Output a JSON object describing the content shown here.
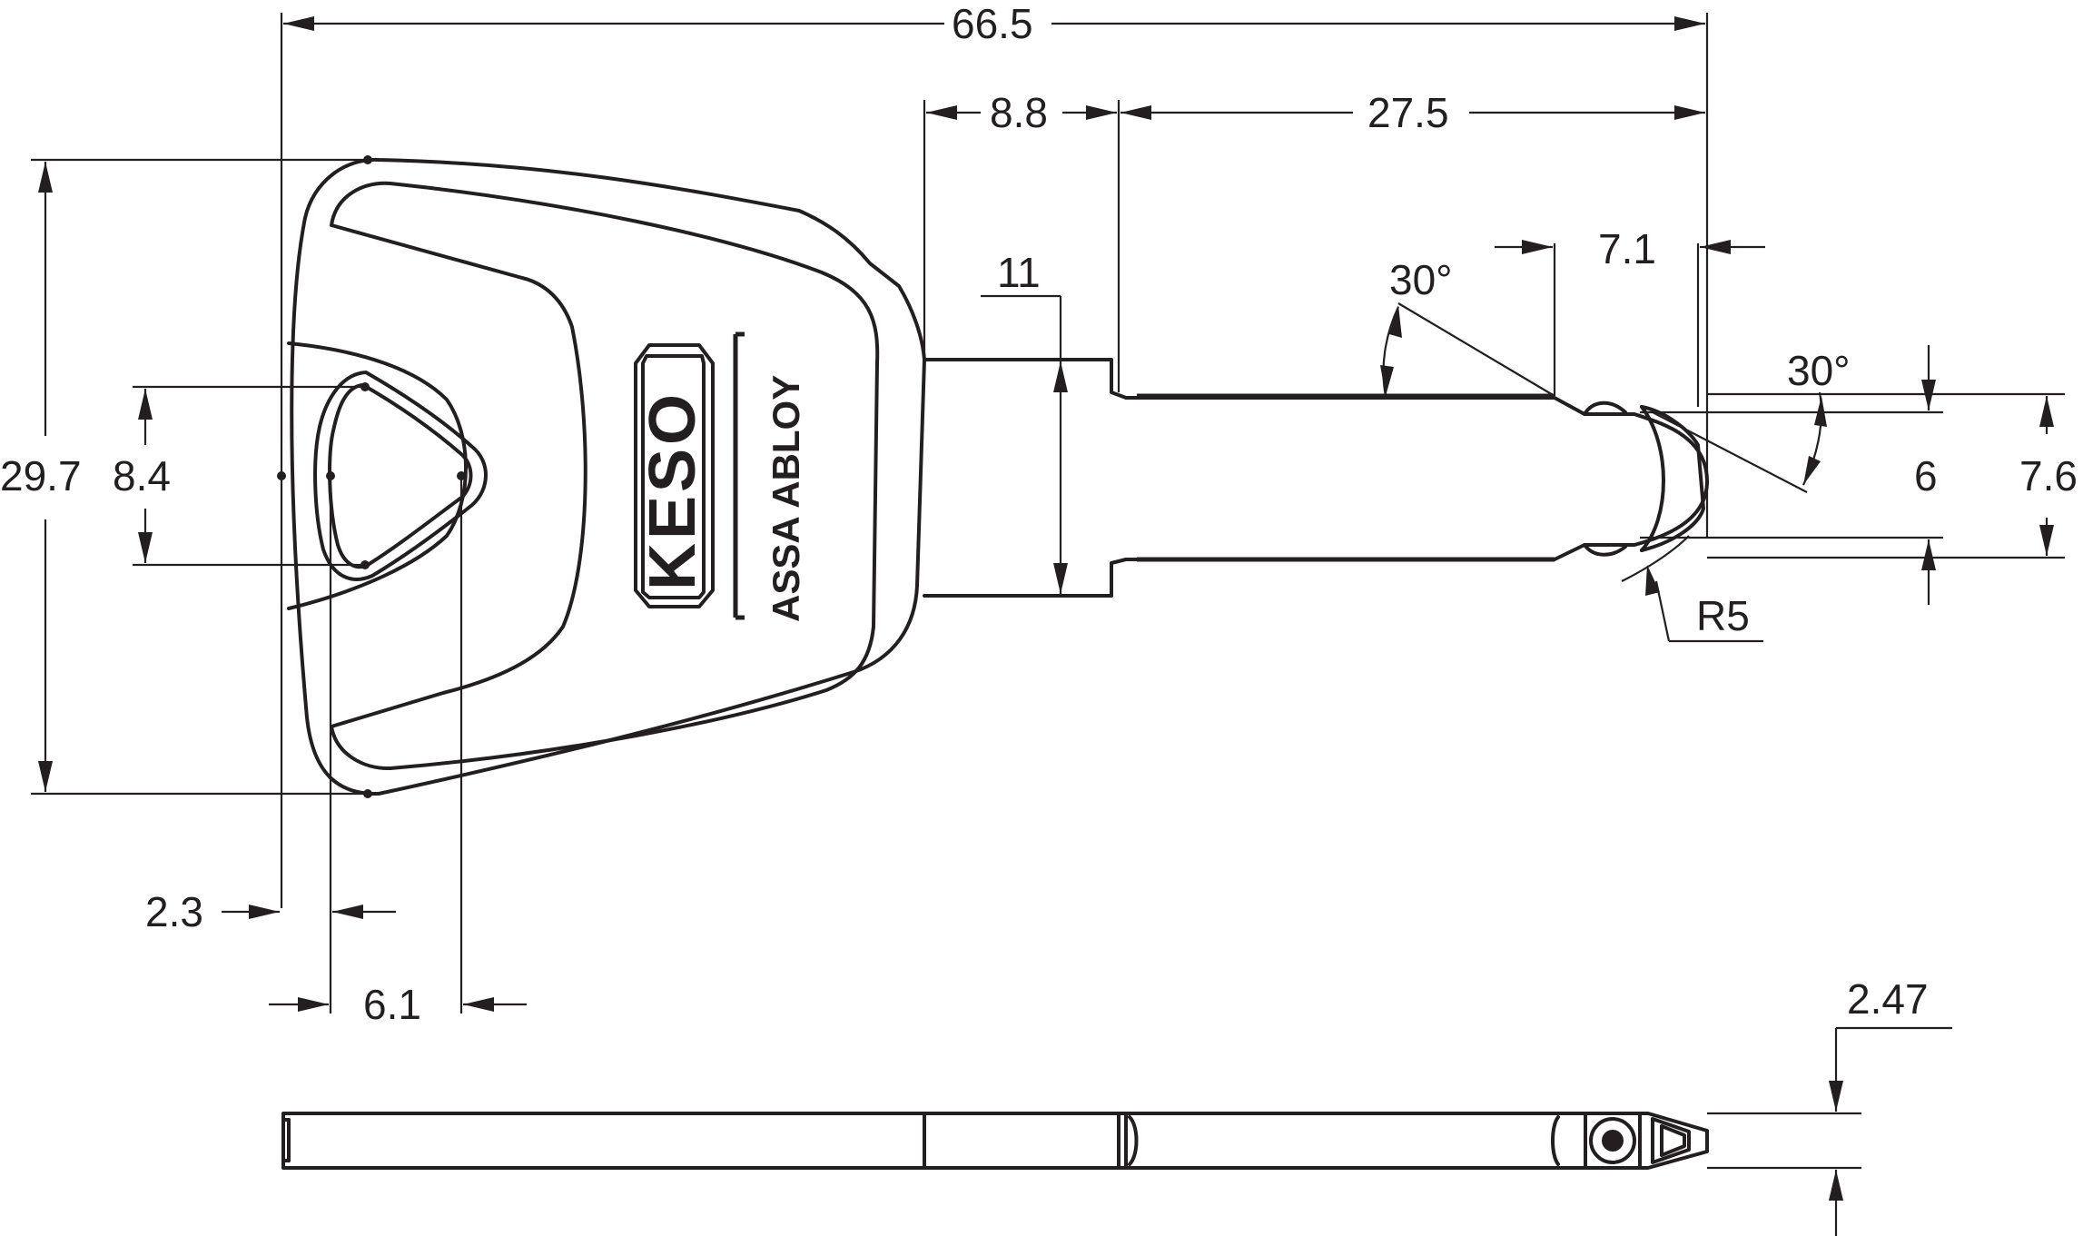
{
  "dimensions": {
    "overall_length": "66.5",
    "neck_length": "8.8",
    "blade_length": "27.5",
    "tip_length": "7.1",
    "neck_width": "11",
    "tip_angle_upper": "30°",
    "tip_angle_right": "30°",
    "head_height": "29.7",
    "bow_hole_height": "8.4",
    "tip_width": "6",
    "blade_width": "7.6",
    "tip_radius": "R5",
    "hole_offset": "2.3",
    "hole_width": "6.1",
    "thickness": "2.47"
  },
  "branding": {
    "logo_text": "KESO",
    "company": "ASSA ABLOY"
  }
}
